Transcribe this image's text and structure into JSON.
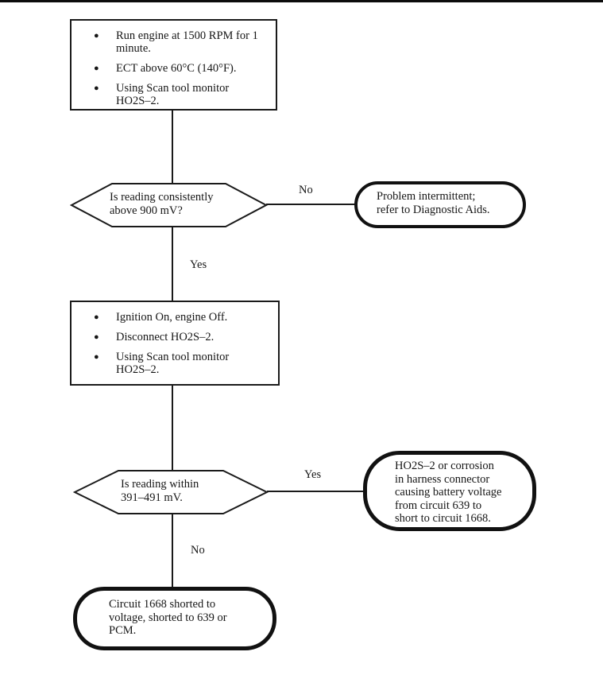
{
  "colors": {
    "ink": "#161616",
    "paper": "#ffffff"
  },
  "icons": {
    "bullet": "●"
  },
  "flowchart": {
    "step1": {
      "items": [
        "Run engine at 1500 RPM for 1 minute.",
        "ECT above 60°C (140°F).",
        "Using Scan tool monitor HO2S–2."
      ]
    },
    "decision1": {
      "lines": [
        "Is reading consistently",
        "above 900 mV?"
      ]
    },
    "edge_no_1": {
      "label": "No"
    },
    "terminal1": {
      "lines": [
        "Problem intermittent;",
        "refer to Diagnostic Aids."
      ]
    },
    "edge_yes_1": {
      "label": "Yes"
    },
    "step2": {
      "items": [
        "Ignition On, engine Off.",
        "Disconnect HO2S–2.",
        "Using Scan tool monitor HO2S–2."
      ]
    },
    "decision2": {
      "lines": [
        "Is reading within",
        "391–491 mV."
      ]
    },
    "edge_yes_2": {
      "label": "Yes"
    },
    "terminal2": {
      "lines": [
        "HO2S–2 or corrosion",
        "in harness connector",
        "causing battery voltage",
        "from circuit 639 to",
        "short to circuit 1668."
      ]
    },
    "edge_no_2": {
      "label": "No"
    },
    "terminal3": {
      "lines": [
        "Circuit 1668 shorted to",
        "voltage, shorted to 639 or",
        "PCM."
      ]
    }
  }
}
